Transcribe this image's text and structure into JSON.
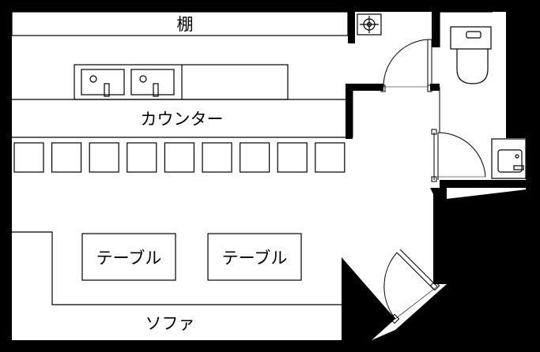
{
  "labels": {
    "shelf": "棚",
    "counter": "カウンター",
    "table_1": "テーブル",
    "table_2": "テーブル",
    "sofa": "ソファ"
  },
  "counter_seat_count": 9,
  "colors": {
    "wall": "#000000",
    "line": "#000000",
    "floor": "#ffffff"
  },
  "icons": {
    "fixture": "crosshair-circle-icon"
  }
}
